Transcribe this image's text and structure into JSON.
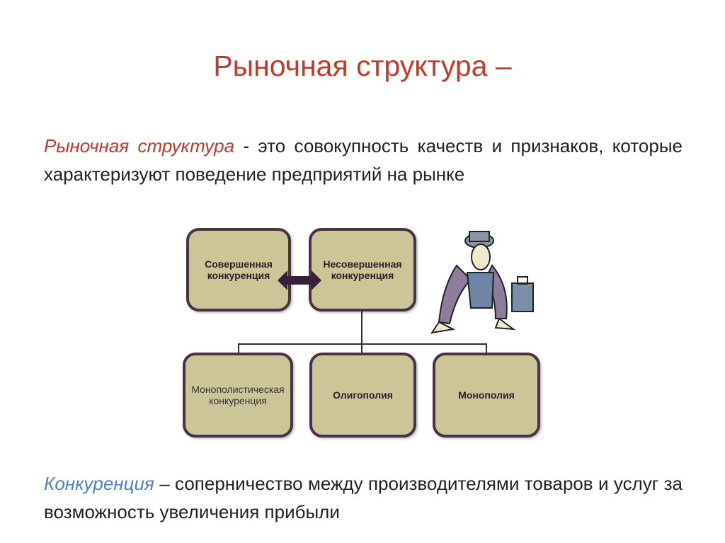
{
  "title": "Рыночная структура –",
  "definition": {
    "term": "Рыночная структура",
    "text": " - это совокупность качеств и признаков, которые характеризуют поведение предприятий на рынке"
  },
  "diagram": {
    "top": [
      "Совершенная конкуренция",
      "Несовершенная конкуренция"
    ],
    "bottom": [
      "Монополистическая конкуренция",
      "Олигополия",
      "Монополия"
    ]
  },
  "competition": {
    "term": "Конкуренция",
    "text": " – соперничество между производителями товаров и услуг  за возможность увеличения прибыли"
  },
  "colors": {
    "title": "#c0392b",
    "term2": "#4f81bd",
    "box_fill": "#cbc597",
    "box_border": "#4a3246"
  }
}
